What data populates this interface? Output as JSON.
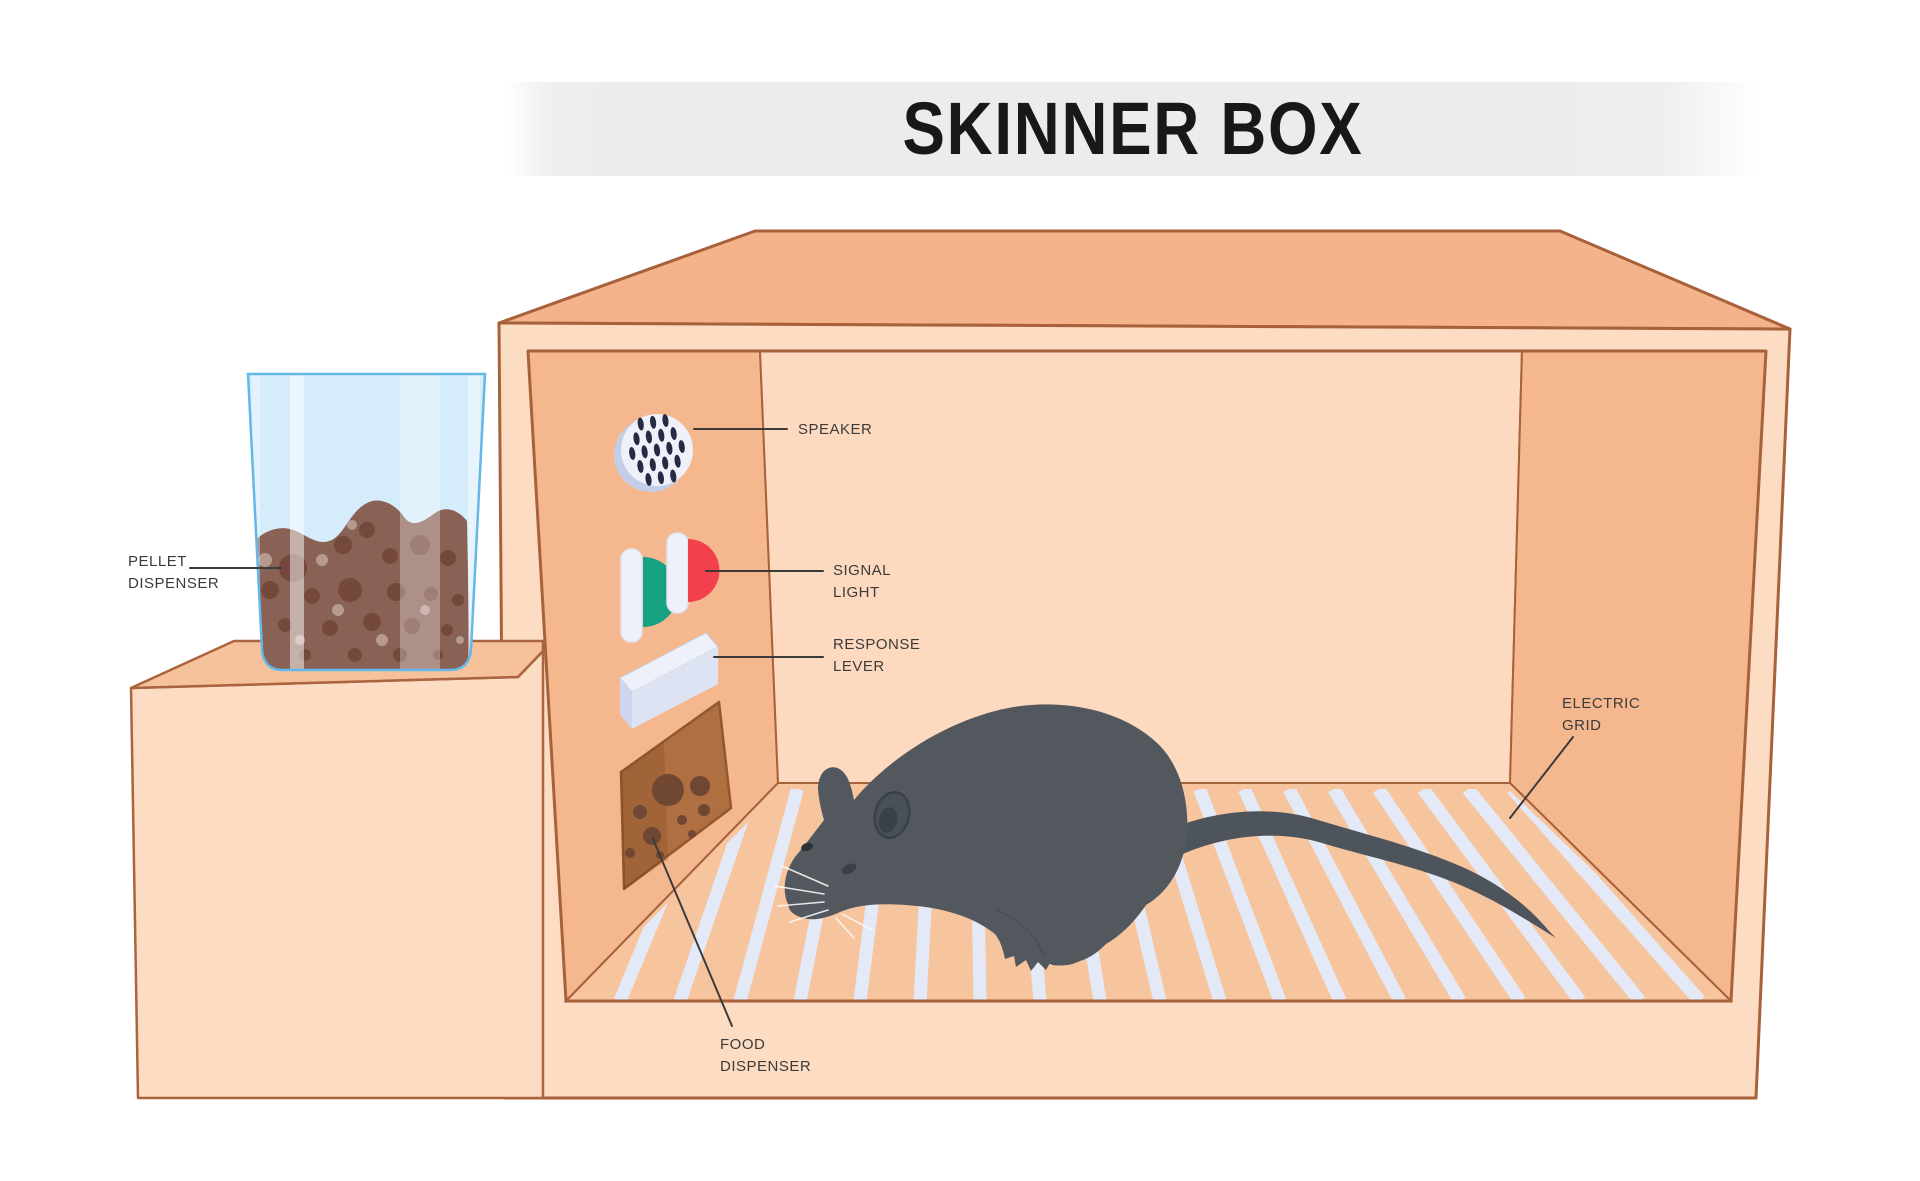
{
  "title": "SKINNER BOX",
  "labels": {
    "pellet_dispenser": {
      "line1": "PELLET",
      "line2": "DISPENSER"
    },
    "speaker": {
      "line1": "SPEAKER"
    },
    "signal_light": {
      "line1": "SIGNAL",
      "line2": "LIGHT"
    },
    "response_lever": {
      "line1": "RESPONSE",
      "line2": "LEVER"
    },
    "electric_grid": {
      "line1": "ELECTRIC",
      "line2": "GRID"
    },
    "food_dispenser": {
      "line1": "FOOD",
      "line2": "DISPENSER"
    }
  },
  "palette": {
    "banner": "#ececea",
    "title_text": "#181818",
    "label_text": "#3b3b3b",
    "pointer_line": "#3b3b3b",
    "outline": "#a9613c",
    "box_top": "#f4b38a",
    "box_frame": "#fcdcc2",
    "wall_side": "#f5b88e",
    "wall_back": "#fdd9bf",
    "floor": "#f7c59d",
    "grid_stripe": "#e3e9f7",
    "rat_body": "#53585f",
    "rat_detail": "#3a4047",
    "rat_tail": "#4e545b",
    "signal_green": "#16a183",
    "signal_red": "#f2404e",
    "fixture_white": "#eef1fa",
    "lever_front": "#dde3f2",
    "lever_side": "#cdd6ec",
    "glass_fill": "#d5ecfb",
    "glass_border": "#63b8e9",
    "pellet_mass": "#8a6155",
    "pellet_dark": "#74483a",
    "pellet_light": "#b79a8f",
    "food_opening": "#b06f41",
    "food_pellet": "#6f4732",
    "pedestal_top": "#f6c29c",
    "pedestal_front": "#fcdcc2"
  }
}
